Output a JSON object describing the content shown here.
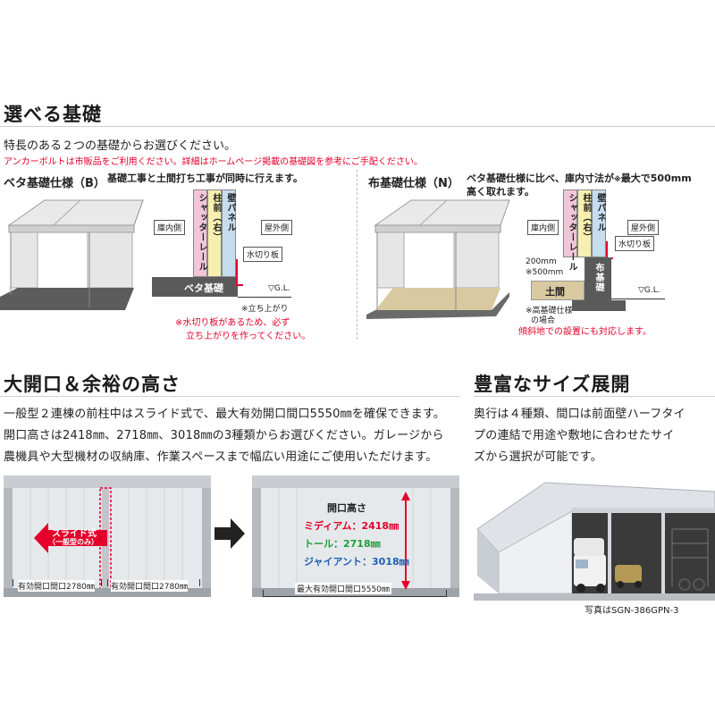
{
  "foundation": {
    "title": "選べる基礎",
    "intro": "特長のある２つの基礎からお選びください。",
    "note": "アンカーボルトは市販品をご利用ください。詳細はホームページ掲載の基礎図を参考にご手配ください。",
    "beta": {
      "heading": "ベタ基礎仕様（B）",
      "desc": "基礎工事と土間打ち工事が同時に行えます。",
      "label_inside": "庫内側",
      "label_outside": "屋外側",
      "layer_wall": "壁パネル",
      "layer_pillar": "柱前（右）",
      "layer_shutter": "シャッターレール",
      "flashing": "水切り板",
      "slab": "ベタ基礎",
      "gl": "▽G.L.",
      "rise": "※立ち上がり",
      "warn1": "※水切り板があるため、必ず",
      "warn2": "立ち上がりを作ってください。"
    },
    "nuno": {
      "heading": "布基礎仕様（N）",
      "desc1": "ベタ基礎仕様に比べ、庫内寸法が",
      "desc_mark": "※",
      "desc2": "最大で500mm",
      "desc3": "高く取れます。",
      "label_inside": "庫内側",
      "label_outside": "屋外側",
      "layer_wall": "壁パネル",
      "layer_pillar": "柱前（右）",
      "layer_shutter": "シャッターレール",
      "flashing": "水切り板",
      "dim1": "200mm",
      "dim2": "※500mm",
      "earth": "土間",
      "nuno_label": "布基礎",
      "gl": "▽G.L.",
      "case1": "※高基礎仕様",
      "case2": "の場合",
      "slope_note": "傾斜地での設置にも対応します。"
    }
  },
  "opening": {
    "title": "大開口＆余裕の高さ",
    "para1": "一般型２連棟の前柱中はスライド式で、最大有効開口間口5550㎜を確保できます。",
    "para2": "開口高さは2418㎜、2718㎜、3018㎜の3種類からお選びください。ガレージから",
    "para3": "農機具や大型機材の収納庫、作業スペースまで幅広い用途にご使用いただけます。",
    "slide_label1": "スライド式",
    "slide_label2": "（一般型のみ）",
    "dim_left": "有効開口間口2780㎜",
    "dim_right": "有効開口間口2780㎜",
    "height_title": "開口高さ",
    "h_medium": "ミディアム：2418㎜",
    "h_tall": "トール：2718㎜",
    "h_giant": "ジャイアント：3018㎜",
    "dim_total": "最大有効開口間口5550㎜"
  },
  "size": {
    "title": "豊富なサイズ展開",
    "para1": "奥行は４種類、間口は前面壁ハーフタイ",
    "para2": "プの連結で用途や敷地に合わせたサイ",
    "para3": "ズから選択が可能です。",
    "caption": "写真はSGN-386GPN-3"
  },
  "colors": {
    "red": "#e4002b",
    "medium": "#e4002b",
    "tall": "#1e9e3e",
    "giant": "#1f5fb0",
    "pink_layer": "#f2c6d6",
    "yellow_layer": "#f6efb0",
    "blue_layer": "#c6dcef"
  }
}
